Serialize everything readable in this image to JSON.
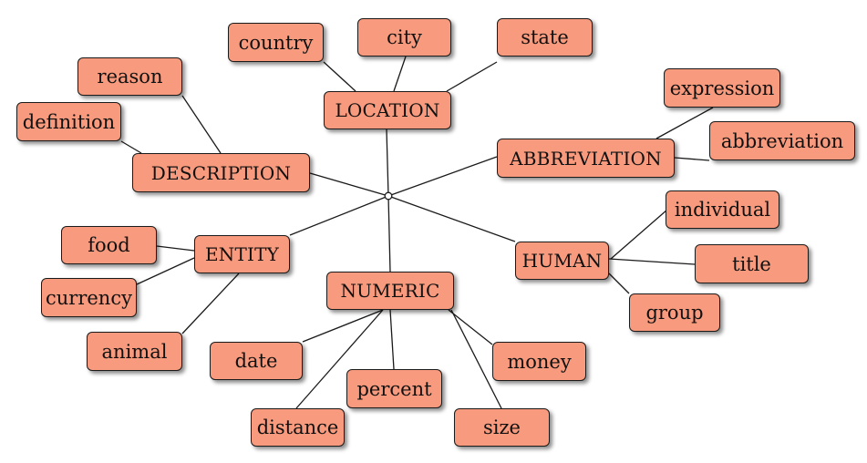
{
  "diagram": {
    "colors": {
      "node_fill": "#f89a7d",
      "stroke": "#1a1a1a",
      "background": "#ffffff"
    },
    "roots": {
      "location": "LOCATION",
      "description": "DESCRIPTION",
      "abbreviation": "ABBREVIATION",
      "entity": "ENTITY",
      "human": "HUMAN",
      "numeric": "NUMERIC"
    },
    "leaves": {
      "country": "country",
      "city": "city",
      "state": "state",
      "reason": "reason",
      "definition": "definition",
      "expression": "expression",
      "abbreviation": "abbreviation",
      "individual": "individual",
      "title": "title",
      "group": "group",
      "food": "food",
      "currency": "currency",
      "animal": "animal",
      "date": "date",
      "percent": "percent",
      "money": "money",
      "distance": "distance",
      "size": "size"
    }
  }
}
